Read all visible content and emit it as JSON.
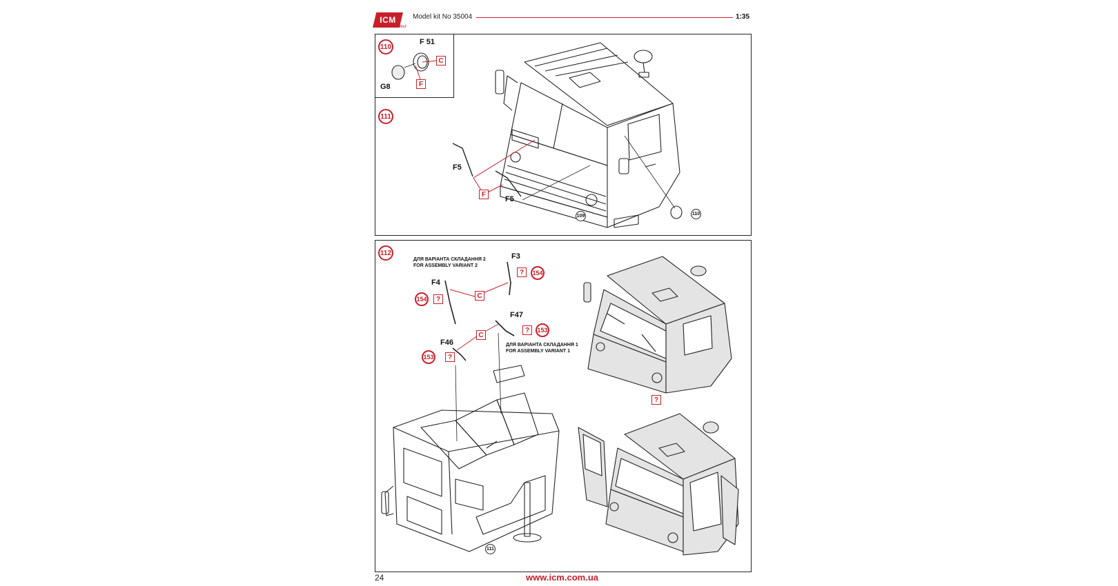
{
  "header": {
    "brand": "ICM",
    "tagline": "Tribute to the Best",
    "kit_label": "Model kit No 35004",
    "scale": "1:35"
  },
  "steps": {
    "s110": "110",
    "s111": "111",
    "s112": "112"
  },
  "step110": {
    "part_f51": "F 51",
    "part_g8": "G8",
    "box_c": "C",
    "box_f": "F"
  },
  "step111": {
    "part_f5_left": "F5",
    "part_f5_right": "F5",
    "box_f": "F",
    "ref_109": "109",
    "ref_110": "110"
  },
  "step112": {
    "variant2_ua": "ДЛЯ ВАРІАНТА СКЛАДАННЯ 2",
    "variant2_en": "FOR ASSEMBLY VARIANT 2",
    "variant1_ua": "ДЛЯ ВАРІАНТА СКЛАДАННЯ 1",
    "variant1_en": "FOR ASSEMBLY VARIANT 1",
    "part_f3": "F3",
    "part_f4": "F4",
    "part_f46": "F46",
    "part_f47": "F47",
    "box_c_top": "C",
    "box_c_mid": "C",
    "box_q1": "?",
    "box_q2": "?",
    "box_q3": "?",
    "box_q4": "?",
    "box_q5": "?",
    "ref_154a": "154",
    "ref_154b": "154",
    "ref_153a": "153",
    "ref_153b": "153",
    "ref_111": "111"
  },
  "footer": {
    "page_number": "24",
    "url": "www.icm.com.ua"
  },
  "colors": {
    "accent": "#c8202a",
    "ink": "#222222",
    "cab_fill": "#e4e4e4"
  }
}
